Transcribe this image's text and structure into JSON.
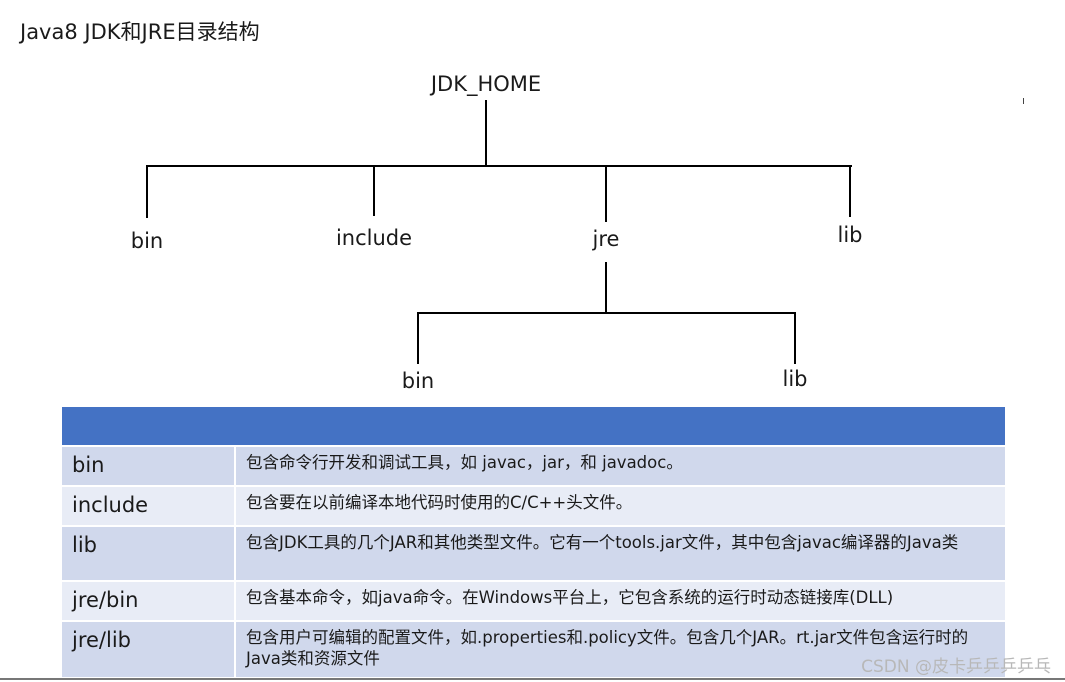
{
  "title": "Java8 JDK和JRE目录结构",
  "tree": {
    "root": "JDK_HOME",
    "children": [
      "bin",
      "include",
      "jre",
      "lib"
    ],
    "jre_children": [
      "bin",
      "lib"
    ]
  },
  "table": {
    "rows": [
      {
        "name": "bin",
        "desc": "包含命令行开发和调试工具，如 javac，jar，和 javadoc。"
      },
      {
        "name": "include",
        "desc": "包含要在以前编译本地代码时使用的C/C++头文件。"
      },
      {
        "name": "lib",
        "desc": "包含JDK工具的几个JAR和其他类型文件。它有一个tools.jar文件，其中包含javac编译器的Java类"
      },
      {
        "name": "jre/bin",
        "desc": "包含基本命令，如java命令。在Windows平台上，它包含系统的运行时动态链接库(DLL)"
      },
      {
        "name": "jre/lib",
        "desc": "包含用户可编辑的配置文件，如.properties和.policy文件。包含几个JAR。rt.jar文件包含运行时的Java类和资源文件"
      }
    ]
  },
  "watermark": "CSDN @皮卡乒乒乒乒乓"
}
